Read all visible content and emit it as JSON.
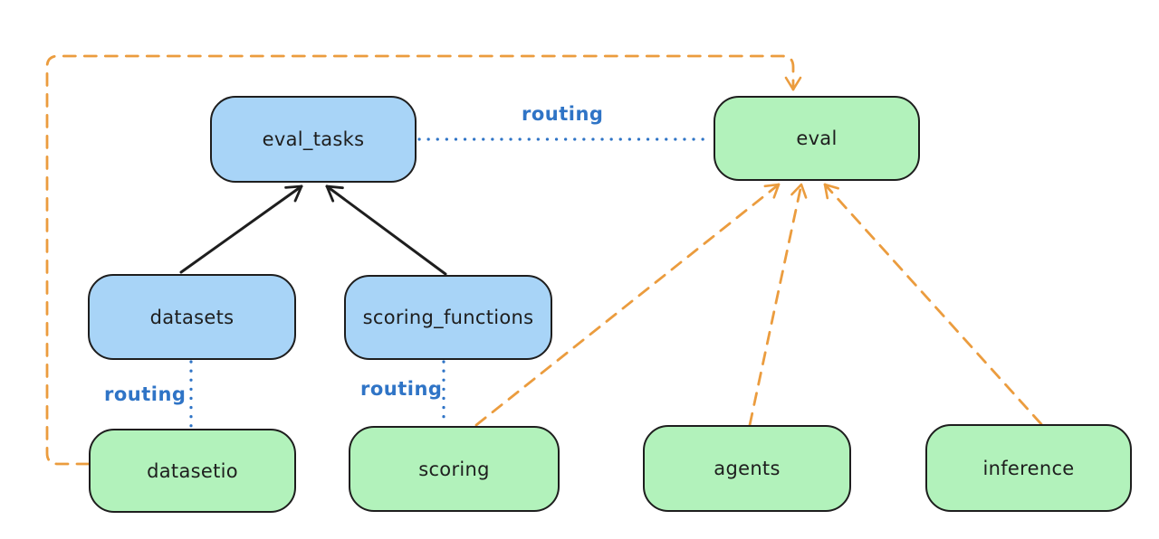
{
  "diagram": {
    "title": "",
    "nodes": {
      "eval_tasks": {
        "label": "eval_tasks",
        "fill": "#a8d4f7"
      },
      "eval": {
        "label": "eval",
        "fill": "#b2f2bb"
      },
      "datasets": {
        "label": "datasets",
        "fill": "#a8d4f7"
      },
      "scoring_functions": {
        "label": "scoring_functions",
        "fill": "#a8d4f7"
      },
      "datasetio": {
        "label": "datasetio",
        "fill": "#b2f2bb"
      },
      "scoring": {
        "label": "scoring",
        "fill": "#b2f2bb"
      },
      "agents": {
        "label": "agents",
        "fill": "#b2f2bb"
      },
      "inference": {
        "label": "inference",
        "fill": "#b2f2bb"
      }
    },
    "edge_labels": {
      "routing_top": "routing",
      "routing_left": "routing",
      "routing_middle": "routing"
    },
    "colors": {
      "node_stroke": "#1e1e1e",
      "blue_fill": "#a8d4f7",
      "green_fill": "#b2f2bb",
      "routing_blue": "#2f74c6",
      "orange": "#eb9c3e",
      "black_arrow": "#1e1e1e",
      "background": "#ffffff"
    }
  }
}
